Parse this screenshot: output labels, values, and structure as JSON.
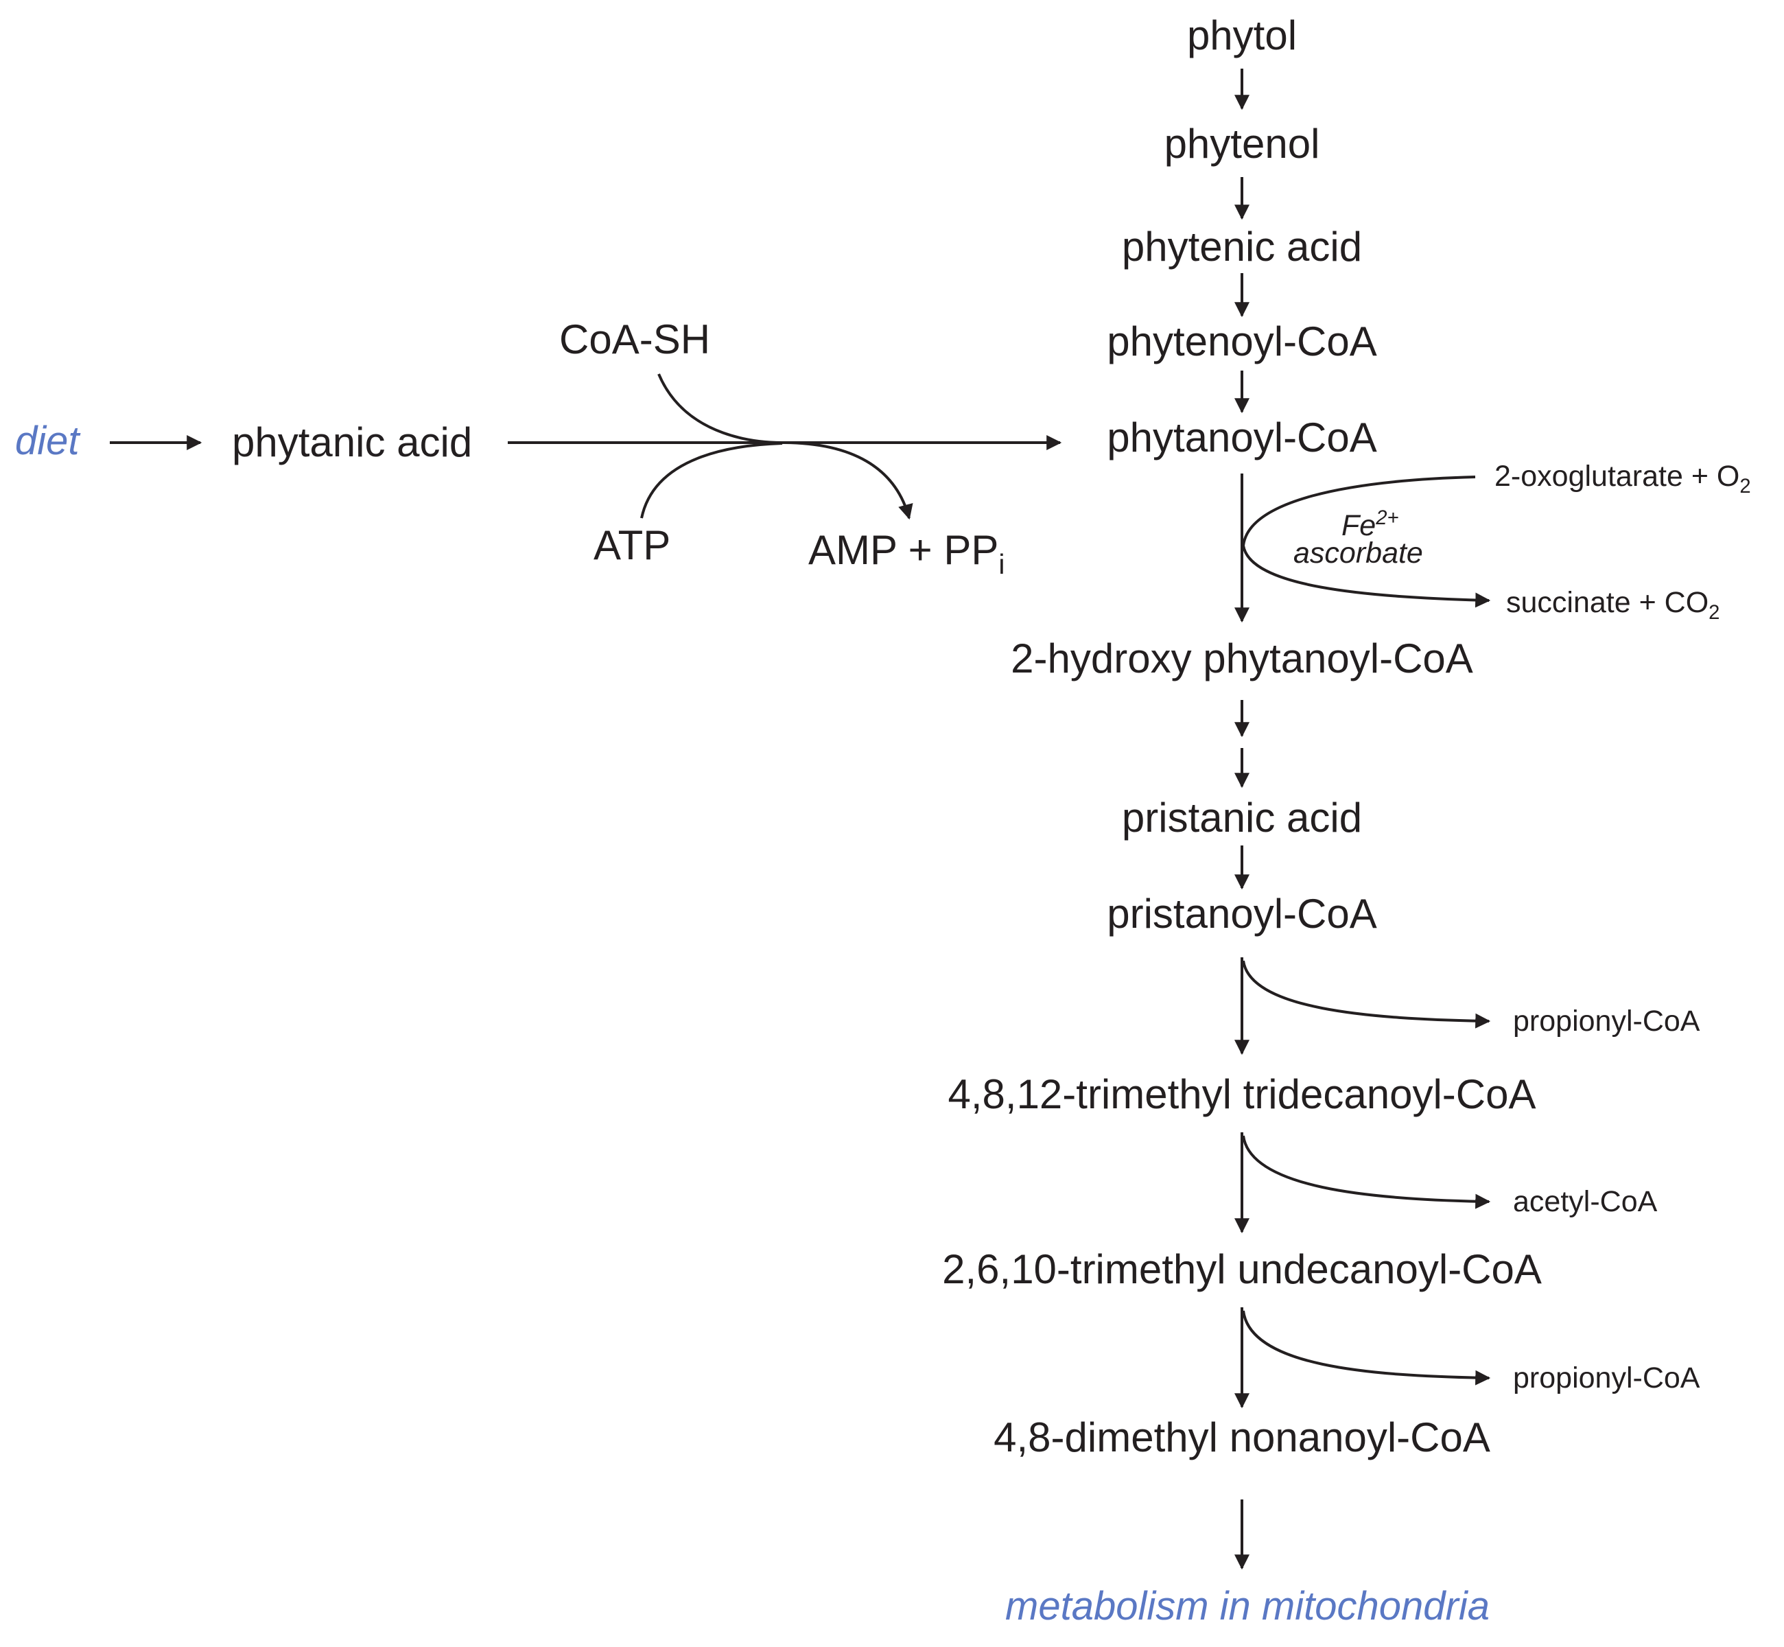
{
  "colors": {
    "ink": "#231f20",
    "accent": "#5a78c4"
  },
  "pathway": {
    "phytol": "phytol",
    "phytenol": "phytenol",
    "phytenic_acid": "phytenic acid",
    "phytenoyl_coa": "phytenoyl-CoA",
    "phytanoyl_coa": "phytanoyl-CoA",
    "hydroxy_phytanoyl_coa": "2-hydroxy phytanoyl-CoA",
    "pristanic_acid": "pristanic acid",
    "pristanoyl_coa": "pristanoyl-CoA",
    "trimethyl_tridecanoyl_coa": "4,8,12-trimethyl tridecanoyl-CoA",
    "trimethyl_undecanoyl_coa": "2,6,10-trimethyl undecanoyl-CoA",
    "dimethyl_nonanoyl_coa": "4,8-dimethyl nonanoyl-CoA",
    "mitochondria": "metabolism in mitochondria"
  },
  "activation": {
    "diet": "diet",
    "phytanic_acid": "phytanic acid",
    "coa_sh": "CoA-SH",
    "atp": "ATP",
    "amp_pp": "AMP + PP",
    "amp_pp_sub": "i"
  },
  "hydroxylation": {
    "oxoglutarate": "2-oxoglutarate + O",
    "oxoglutarate_sub": "2",
    "fe": "Fe",
    "fe_sup": "2+",
    "ascorbate": "ascorbate",
    "succinate": "succinate + CO",
    "succinate_sub": "2"
  },
  "byproducts": {
    "propionyl_1": "propionyl-CoA",
    "acetyl": "acetyl-CoA",
    "propionyl_2": "propionyl-CoA"
  }
}
